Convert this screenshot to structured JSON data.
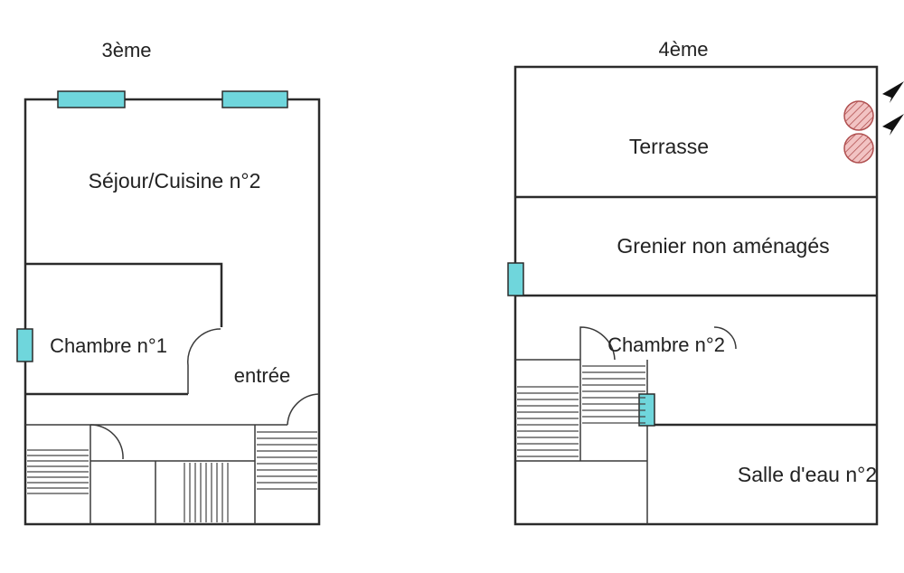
{
  "floors": {
    "third": {
      "title": "3ème",
      "rooms": {
        "sejour": "Séjour/Cuisine n°2",
        "chambre": "Chambre n°1",
        "entree": "entrée"
      }
    },
    "fourth": {
      "title": "4ème",
      "rooms": {
        "terrasse": "Terrasse",
        "grenier": "Grenier non aménagés",
        "chambre": "Chambre n°2",
        "salle_eau": "Salle d'eau n°2"
      }
    }
  },
  "colors": {
    "window": "#6fd6dc",
    "wall": "#2b2b2b",
    "plant_fill": "#f2c3c3",
    "plant_stroke": "#b05050"
  },
  "icons": [
    "window-icon",
    "stairs-icon",
    "plant-pot-icon",
    "arrow-icon",
    "door-swing-icon"
  ]
}
